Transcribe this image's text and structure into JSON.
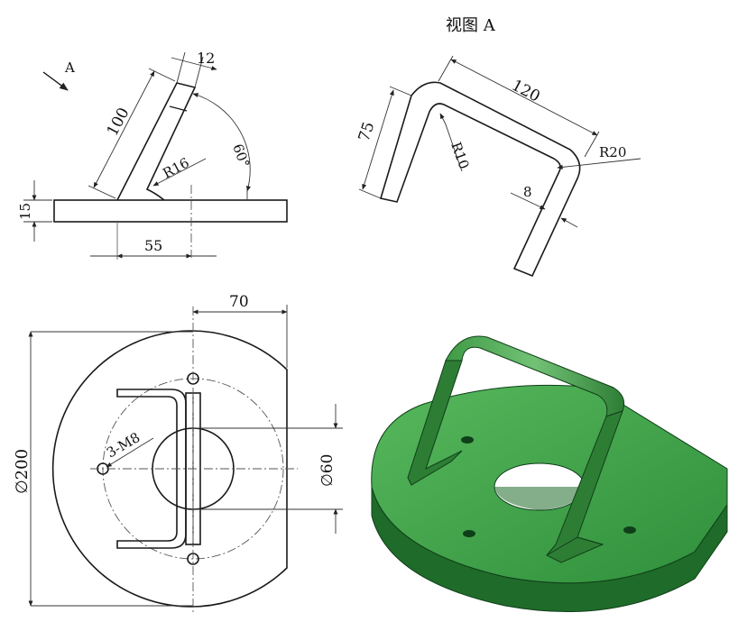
{
  "view_title": "视图 A",
  "view_arrow_label": "A",
  "dims": {
    "d12": "12",
    "d100": "100",
    "d60deg": "60°",
    "r16": "R16",
    "d15": "15",
    "d55": "55",
    "d120": "120",
    "d75": "75",
    "r10": "R10",
    "r20": "R20",
    "d8": "8",
    "d70": "70",
    "dia200": "∅200",
    "dia60": "∅60",
    "m8": "3-M8"
  },
  "colors": {
    "line": "#1a1a1a",
    "dim": "#333333",
    "model_top": "#3fa34a",
    "model_side": "#1f6b2a",
    "model_dark": "#0f3f18"
  }
}
